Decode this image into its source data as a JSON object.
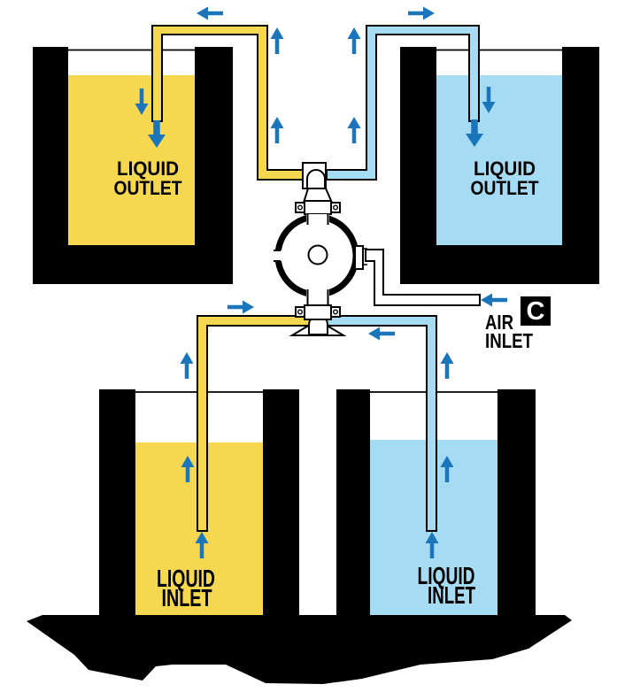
{
  "colors": {
    "liquid_yellow": "#F6D750",
    "liquid_blue": "#A5DCF3",
    "arrow_blue": "#1B75BB",
    "ink_black": "#000000",
    "pump_white": "#FFFFFF"
  },
  "labels": {
    "top_left_container": {
      "line1": "LIQUID",
      "line2": "OUTLET"
    },
    "top_right_container": {
      "line1": "LIQUID",
      "line2": "OUTLET"
    },
    "bottom_left_container": {
      "line1": "LIQUID",
      "line2": "INLET"
    },
    "bottom_right_container": {
      "line1": "LIQUID",
      "line2": "INLET"
    },
    "air_inlet": {
      "line1": "AIR",
      "line2": "INLET"
    },
    "callout_marker": "C"
  }
}
